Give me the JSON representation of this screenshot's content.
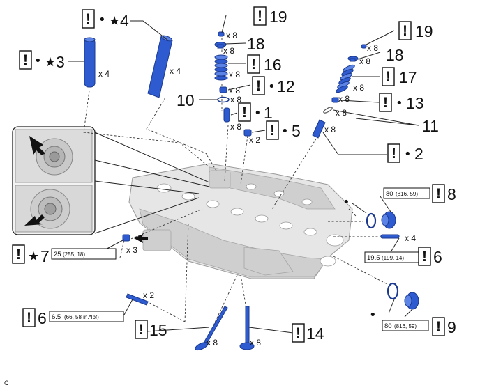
{
  "callouts": {
    "c1": "1",
    "c2": "2",
    "c3": "3",
    "c4": "4",
    "c5": "5",
    "c6a": "6",
    "c6b": "6",
    "c7": "7",
    "c8": "8",
    "c9": "9",
    "c10": "10",
    "c11": "11",
    "c12": "12",
    "c13": "13",
    "c14": "14",
    "c15": "15",
    "c16": "16",
    "c17": "17",
    "c18a": "18",
    "c18b": "18",
    "c19a": "19",
    "c19b": "19"
  },
  "quantities": {
    "q_x4_a": "x 4",
    "q_x4_b": "x 4",
    "q_x8_19a": "x 8",
    "q_x8_18a": "x 8",
    "q_x8_16": "x 8",
    "q_x8_12": "x 8",
    "q_x8_10": "x 8",
    "q_x8_1": "x 8",
    "q_x2_5": "x 2",
    "q_x8_19b": "x 8",
    "q_x8_18b": "x 8",
    "q_x8_17": "x 8",
    "q_x8_13": "x 8",
    "q_x8_11": "x 8",
    "q_x8_2": "x 8",
    "q_x4_6": "x 4",
    "q_x3_7": "x 3",
    "q_x2_6": "x 2",
    "q_x8_15": "x 8",
    "q_x8_14": "x 8"
  },
  "torques": {
    "t7_main": "25",
    "t7_sub": "(255, 18)",
    "t8_main": "80",
    "t8_sub": "(816, 59)",
    "t6b_main": "19.5",
    "t6b_sub": "(199, 14)",
    "t9_main": "80",
    "t9_sub": "(816, 59)",
    "t6a_main": "6.5",
    "t6a_sub": "(66, 58 in.*lbf)"
  },
  "symbols": {
    "caution": "!",
    "dot": "•",
    "star": "★"
  },
  "footer_code": "C",
  "colors": {
    "part_blue": "#2f5bd0",
    "part_blue_light": "#5b84e6",
    "outline": "#1b3a8f",
    "head_gray": "#e6e6e6"
  },
  "icons": [
    "caution-box-icon",
    "new-part-dot-icon",
    "precoated-star-icon",
    "arrow-icon"
  ]
}
